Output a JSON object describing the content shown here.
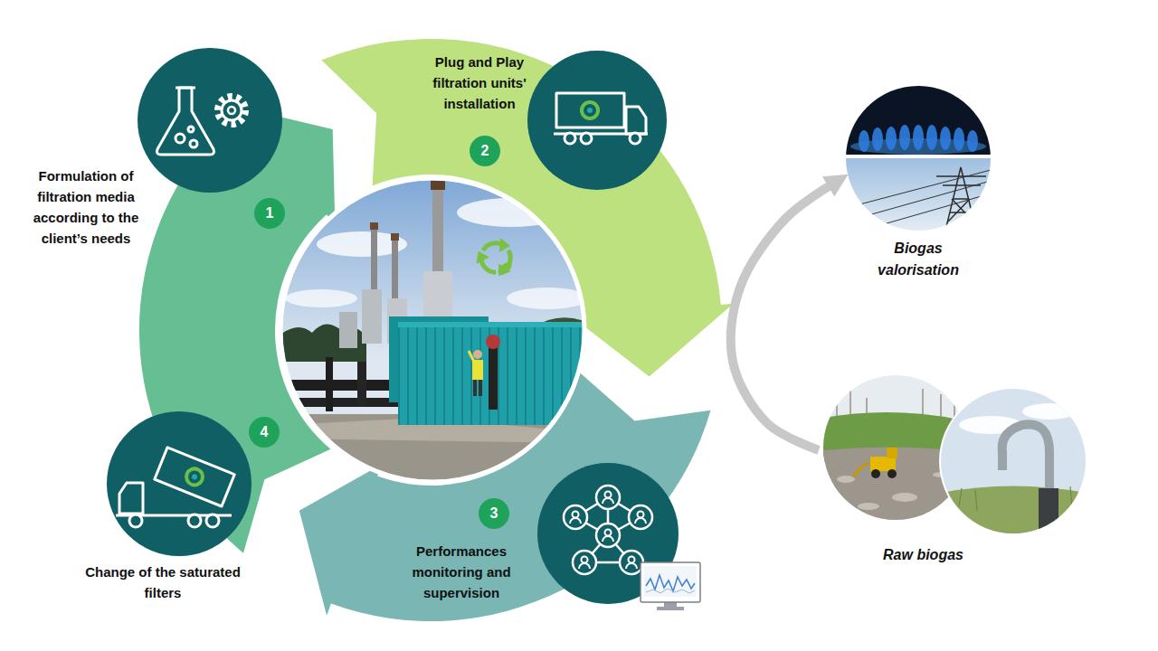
{
  "diagram": {
    "nodes": [
      {
        "text": [
          "1"
        ]
      },
      {
        "text": [
          "2"
        ]
      },
      {
        "text": [
          "3"
        ]
      },
      {
        "text": [
          "4"
        ]
      },
      {
        "text": [
          "Biogas valorisation"
        ]
      },
      {
        "text": [
          "Raw biogas"
        ]
      }
    ],
    "edges": [
      {
        "from": 5,
        "to": 4,
        "arrow": "to"
      }
    ],
    "labels": [
      "Plug and Play filtration units' installation",
      "Formulation of filtration media according to the client’s needs",
      "Performances monitoring and supervision",
      "Change of the saturated filters"
    ]
  }
}
